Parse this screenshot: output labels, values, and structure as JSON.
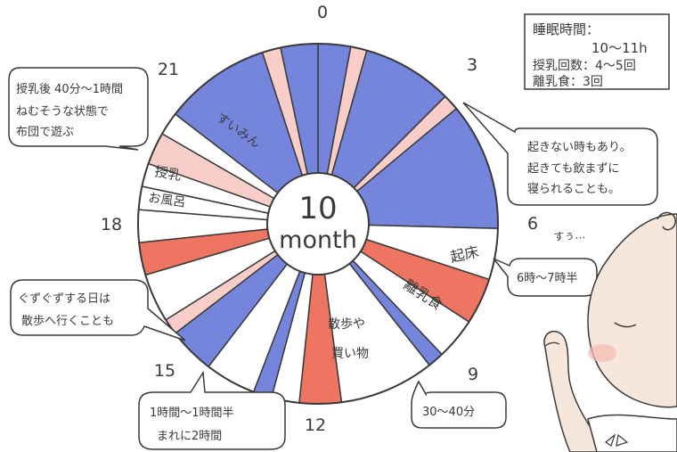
{
  "colors": {
    "sleep": "#7585dc",
    "feed": "#f9cdc8",
    "food": "#ee7562",
    "awake": "#ffffff",
    "outline": "#3a3a3a"
  },
  "center": {
    "line1": "10",
    "line2": "month"
  },
  "clock_labels": [
    {
      "hour": 0,
      "text": "0"
    },
    {
      "hour": 3,
      "text": "3"
    },
    {
      "hour": 6,
      "text": "6"
    },
    {
      "hour": 9,
      "text": "9"
    },
    {
      "hour": 12,
      "text": "12"
    },
    {
      "hour": 15,
      "text": "15"
    },
    {
      "hour": 18,
      "text": "18"
    },
    {
      "hour": 21,
      "text": "21"
    }
  ],
  "segment_labels": {
    "sleep": "すいみん",
    "wake": "起床",
    "baby_food": "離乳食",
    "walk_line1": "散歩や",
    "walk_line2": "買い物",
    "feeding": "授乳",
    "bath": "お風呂"
  },
  "summary": {
    "line1": "睡眠時間：",
    "line2": "10〜11h",
    "line3": "授乳回数：4〜5回",
    "line4": "離乳食：3回"
  },
  "bubbles": {
    "top_left": [
      "授乳後 40分〜1時間",
      "ねむそうな状態で",
      "布団で遊ぶ"
    ],
    "right": [
      "起きない時もあり。",
      "起きても飲まずに",
      "寝られることも。"
    ],
    "wake_time": "6時〜7時半",
    "left": [
      "ぐずぐずする日は",
      "散歩へ行くことも"
    ],
    "bottom": [
      "1時間〜1時間半",
      "まれに2時間"
    ],
    "meal_time": "30〜40分"
  },
  "baby": {
    "snore": "すぅ…"
  },
  "chart_data": {
    "type": "pie",
    "title": "10 month",
    "x_unit": "hour of day (0–24, clockwise from top)",
    "segments": [
      {
        "start": 0.0,
        "end": 0.7,
        "category": "sleep"
      },
      {
        "start": 0.7,
        "end": 1.05,
        "category": "feed"
      },
      {
        "start": 1.05,
        "end": 3.0,
        "category": "sleep"
      },
      {
        "start": 3.0,
        "end": 3.35,
        "category": "feed"
      },
      {
        "start": 3.35,
        "end": 6.1,
        "category": "sleep",
        "label": ""
      },
      {
        "start": 6.1,
        "end": 7.2,
        "category": "awake",
        "label": "wake"
      },
      {
        "start": 7.2,
        "end": 8.2,
        "category": "food",
        "label": "baby_food"
      },
      {
        "start": 8.2,
        "end": 9.1,
        "category": "awake"
      },
      {
        "start": 9.1,
        "end": 9.45,
        "category": "sleep"
      },
      {
        "start": 9.45,
        "end": 11.5,
        "category": "awake",
        "label": "walk"
      },
      {
        "start": 11.5,
        "end": 12.4,
        "category": "food"
      },
      {
        "start": 12.4,
        "end": 13.0,
        "category": "awake"
      },
      {
        "start": 13.0,
        "end": 13.4,
        "category": "sleep"
      },
      {
        "start": 13.4,
        "end": 14.5,
        "category": "awake"
      },
      {
        "start": 14.5,
        "end": 15.5,
        "category": "sleep"
      },
      {
        "start": 15.5,
        "end": 15.85,
        "category": "feed"
      },
      {
        "start": 15.85,
        "end": 16.9,
        "category": "awake"
      },
      {
        "start": 16.9,
        "end": 17.6,
        "category": "food"
      },
      {
        "start": 17.6,
        "end": 18.3,
        "category": "awake"
      },
      {
        "start": 18.3,
        "end": 18.8,
        "category": "awake"
      },
      {
        "start": 18.8,
        "end": 19.3,
        "category": "awake",
        "label": "bath"
      },
      {
        "start": 19.3,
        "end": 20.0,
        "category": "feed",
        "label": "feeding"
      },
      {
        "start": 20.0,
        "end": 20.5,
        "category": "awake"
      },
      {
        "start": 20.5,
        "end": 22.8,
        "category": "sleep",
        "label": "sleep"
      },
      {
        "start": 22.8,
        "end": 23.2,
        "category": "feed"
      },
      {
        "start": 23.2,
        "end": 24.0,
        "category": "sleep"
      }
    ]
  }
}
